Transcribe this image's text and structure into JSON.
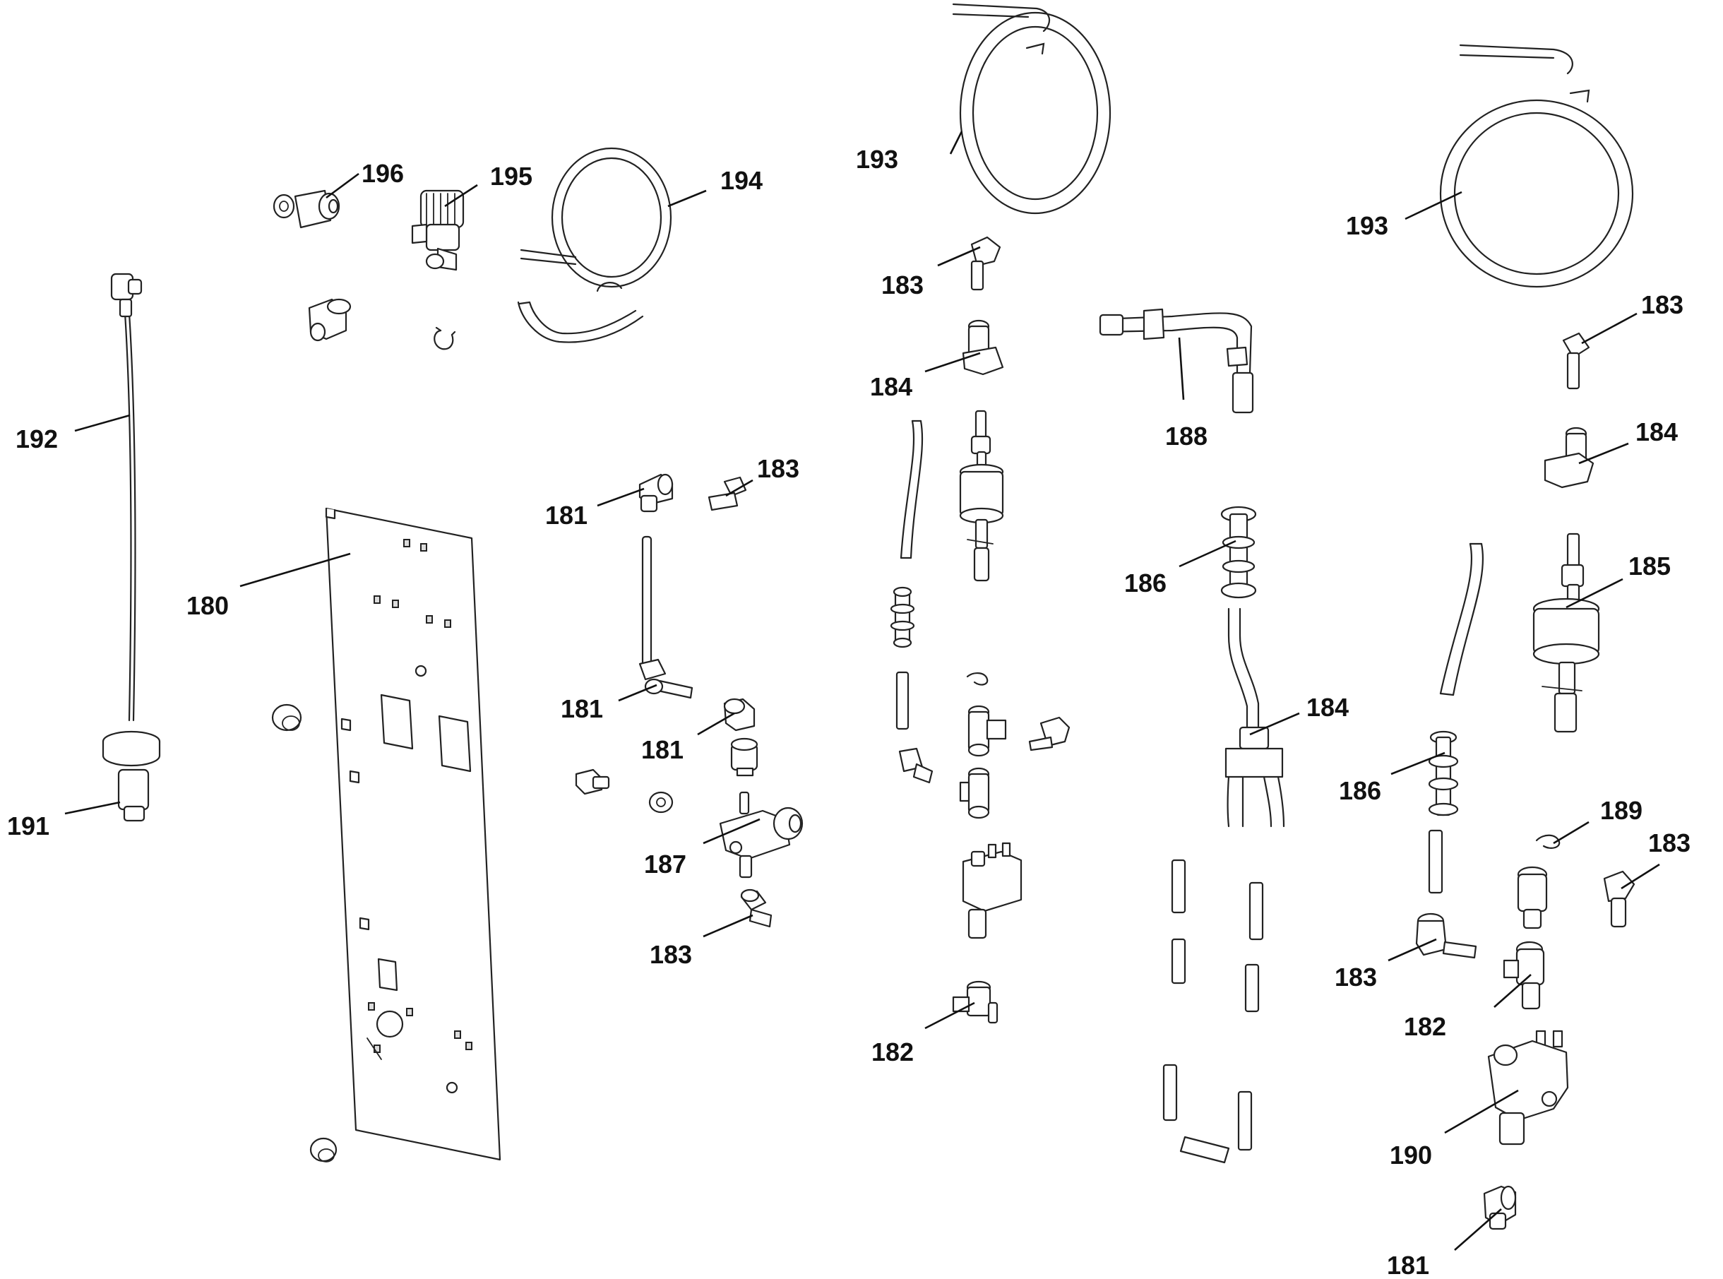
{
  "callouts": [
    {
      "id": "c196",
      "label": "196"
    },
    {
      "id": "c195",
      "label": "195"
    },
    {
      "id": "c194",
      "label": "194"
    },
    {
      "id": "c193a",
      "label": "193"
    },
    {
      "id": "c193b",
      "label": "193"
    },
    {
      "id": "c192",
      "label": "192"
    },
    {
      "id": "c191",
      "label": "191"
    },
    {
      "id": "c180",
      "label": "180"
    },
    {
      "id": "c181a",
      "label": "181"
    },
    {
      "id": "c183a",
      "label": "183"
    },
    {
      "id": "c181b",
      "label": "181"
    },
    {
      "id": "c181c",
      "label": "181"
    },
    {
      "id": "c187",
      "label": "187"
    },
    {
      "id": "c183b",
      "label": "183"
    },
    {
      "id": "c183c",
      "label": "183"
    },
    {
      "id": "c184a",
      "label": "184"
    },
    {
      "id": "c182a",
      "label": "182"
    },
    {
      "id": "c188",
      "label": "188"
    },
    {
      "id": "c186a",
      "label": "186"
    },
    {
      "id": "c184b",
      "label": "184"
    },
    {
      "id": "c183d",
      "label": "183"
    },
    {
      "id": "c184c",
      "label": "184"
    },
    {
      "id": "c185",
      "label": "185"
    },
    {
      "id": "c186b",
      "label": "186"
    },
    {
      "id": "c189",
      "label": "189"
    },
    {
      "id": "c183e",
      "label": "183"
    },
    {
      "id": "c183f",
      "label": "183"
    },
    {
      "id": "c182b",
      "label": "182"
    },
    {
      "id": "c190",
      "label": "190"
    },
    {
      "id": "c181d",
      "label": "181"
    }
  ]
}
